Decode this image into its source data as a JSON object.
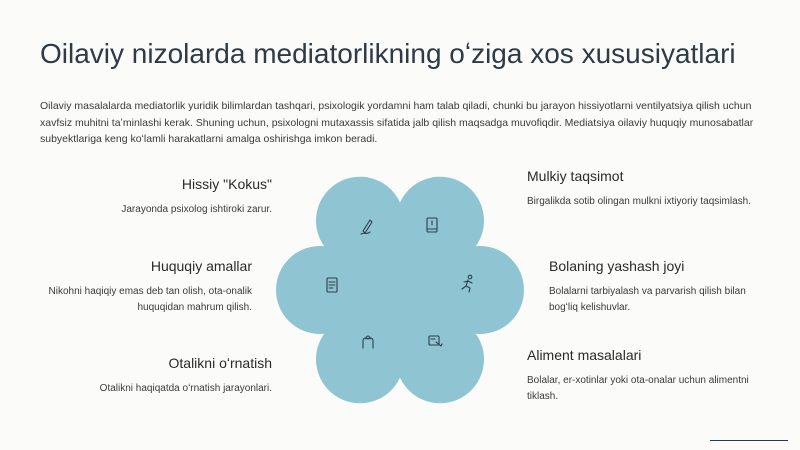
{
  "title": "Oilaviy nizolarda mediatorlikning oʻziga xos xususiyatlari",
  "intro": "Oilaviy masalalarda mediatorlik yuridik bilimlardan tashqari, psixologik yordamni ham talab qiladi, chunki bu jarayon hissiyotlarni ventilyatsiya qilish uchun xavfsiz muhitni taʼminlashi kerak. Shuning uchun, psixologni mutaxassis sifatida jalb qilish maqsadga muvofiqdir. Mediatsiya oilaviy huquqiy munosabatlar subyektlariga keng koʻlamli harakatlarni amalga oshirishga imkon beradi.",
  "items": {
    "hissiy": {
      "heading": "Hissiy \"Kokus\"",
      "text": "Jarayonda psixolog ishtiroki zarur."
    },
    "huquqiy": {
      "heading": "Huquqiy amallar",
      "text": "Nikohni haqiqiy emas deb tan olish, ota-onalik huquqidan mahrum qilish."
    },
    "otalik": {
      "heading": "Otalikni oʻrnatish",
      "text": "Otalikni haqiqatda oʻrnatish jarayonlari."
    },
    "mulkiy": {
      "heading": "Mulkiy taqsimot",
      "text": "Birgalikda sotib olingan mulkni ixtiyoriy taqsimlash."
    },
    "bolaning": {
      "heading": "Bolaning yashash joyi",
      "text": "Bolalarni tarbiyalash va parvarish qilish bilan bogʻliq kelishuvlar."
    },
    "aliment": {
      "heading": "Aliment masalalari",
      "text": "Bolalar, er-xotinlar yoki ota-onalar uchun alimentni tiklash."
    }
  },
  "colors": {
    "petal": "#8fc4d3",
    "title": "#2e3a46",
    "background": "#fbfbf9"
  },
  "icons": [
    "pen-sign-icon",
    "book-icon",
    "running-person-icon",
    "signing-hand-icon",
    "document-icon",
    "hand-with-heart-icon"
  ]
}
